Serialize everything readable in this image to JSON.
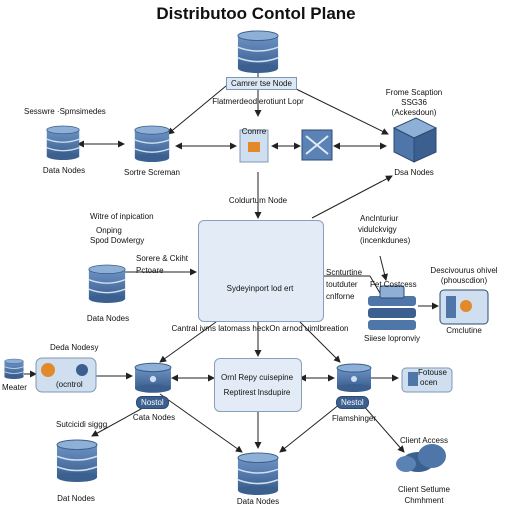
{
  "title": "Distributoo Contol Plane",
  "labels": {
    "top_box": "Camrer tse Node",
    "top_sub": "Flatmerdeodlerotiunt  Lopr",
    "top_center_badge": "Conrre",
    "left_top_header": "Sesswre ·Spmsimedes",
    "left_top_node": "Data Nodes",
    "center_left_node": "Sortre Screman",
    "right_top_header_1": "Frome Scaption",
    "right_top_header_2": "SSG36",
    "right_top_header_3": "(Ackesdoun)",
    "right_top_node": "Dsa Nodes",
    "mid_node_label": "Coldurtum Node",
    "left_mid_1": "Witre of inpication",
    "left_mid_2": "Onping",
    "left_mid_3": "Spod Dowlergy",
    "left_mid_arrow": "Sorere & Ckiht",
    "left_mid_arrow_2": "Pctoare",
    "left_mid_node": "Data Nodes",
    "center_box": "Sydeyinport lod ert",
    "right_mid_1": "Anclnturiur",
    "right_mid_2": "vidulckvigy",
    "right_mid_3": "(incenkdunes)",
    "right_mid_4": "Scnturtine",
    "right_mid_5": "toutduter",
    "right_mid_6": "cnlforne",
    "fat_label": "Fet Costcess",
    "stack_label": "Siiese lopronviy",
    "far_right_1": "Descivourus ohivel",
    "far_right_2": "(phouscdion)",
    "far_right_3": "Cmclutine",
    "center_caption": "Cantral iyms latomass heckOn arnod uimlbreation",
    "meater": "Meater",
    "deda_nodesy": "Deda Nodesy",
    "control_inner": "(ocntrol",
    "pill_left": "Nostol",
    "pill_right": "Nestol",
    "left_bottom_node": "Cata Nodes",
    "lower_center_1": "Ornl Repy cuisepine",
    "lower_center_2": "Reptirest lnsdupire",
    "right_bottom_label": "Flamshinger",
    "future_1": "Fotouse",
    "future_2": "ocen",
    "sutcidi": "Sutcicidi siggg",
    "dat_nodes": "Dat Nodes",
    "data_nodes_bottom": "Data Nodes",
    "client_access": "Client Access",
    "client_1": "Client Setlume",
    "client_2": "Chmhment"
  },
  "colors": {
    "db_blue": "#4f76a8",
    "db_light": "#8fb0d6",
    "badge": "#cfdff0",
    "accent_orange": "#e28a2b",
    "line": "#222222"
  }
}
